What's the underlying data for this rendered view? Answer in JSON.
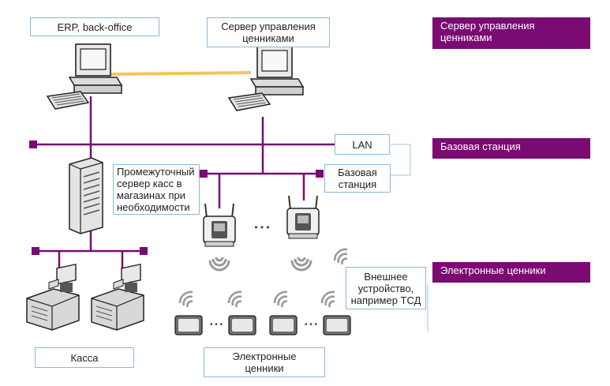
{
  "labels": {
    "erp": "ERP, back-office",
    "label_server": "Сервер управления\nценниками",
    "lan": "LAN",
    "intermediate_server": "Промежуточный\nсервер касс в\nмагазинах при\nнеобходимости",
    "base_station": "Базовая\nстанция",
    "external_device": "Внешнее\nустройство,\nнапример ТСД",
    "pos": "Касса",
    "esl": "Электронные\nценники"
  },
  "legend": [
    {
      "label": "Сервер управления\nценниками"
    },
    {
      "label": "Базовая станция"
    },
    {
      "label": "Электронные ценники"
    }
  ],
  "colors": {
    "network_line": "#7b0a73",
    "server_link": "#f2c45a",
    "label_border": "#8db8d8",
    "legend_band": "#7b0a73"
  },
  "icons": {
    "erp_computer": "desktop-computer-icon",
    "label_server_computer": "desktop-computer-icon",
    "tower_server": "server-tower-icon",
    "base_station_device": "wireless-access-point-icon",
    "price_tag": "electronic-shelf-label-icon",
    "pos_terminal": "cash-register-icon",
    "wireless": "wireless-signal-icon"
  },
  "ellipsis": "• • •"
}
